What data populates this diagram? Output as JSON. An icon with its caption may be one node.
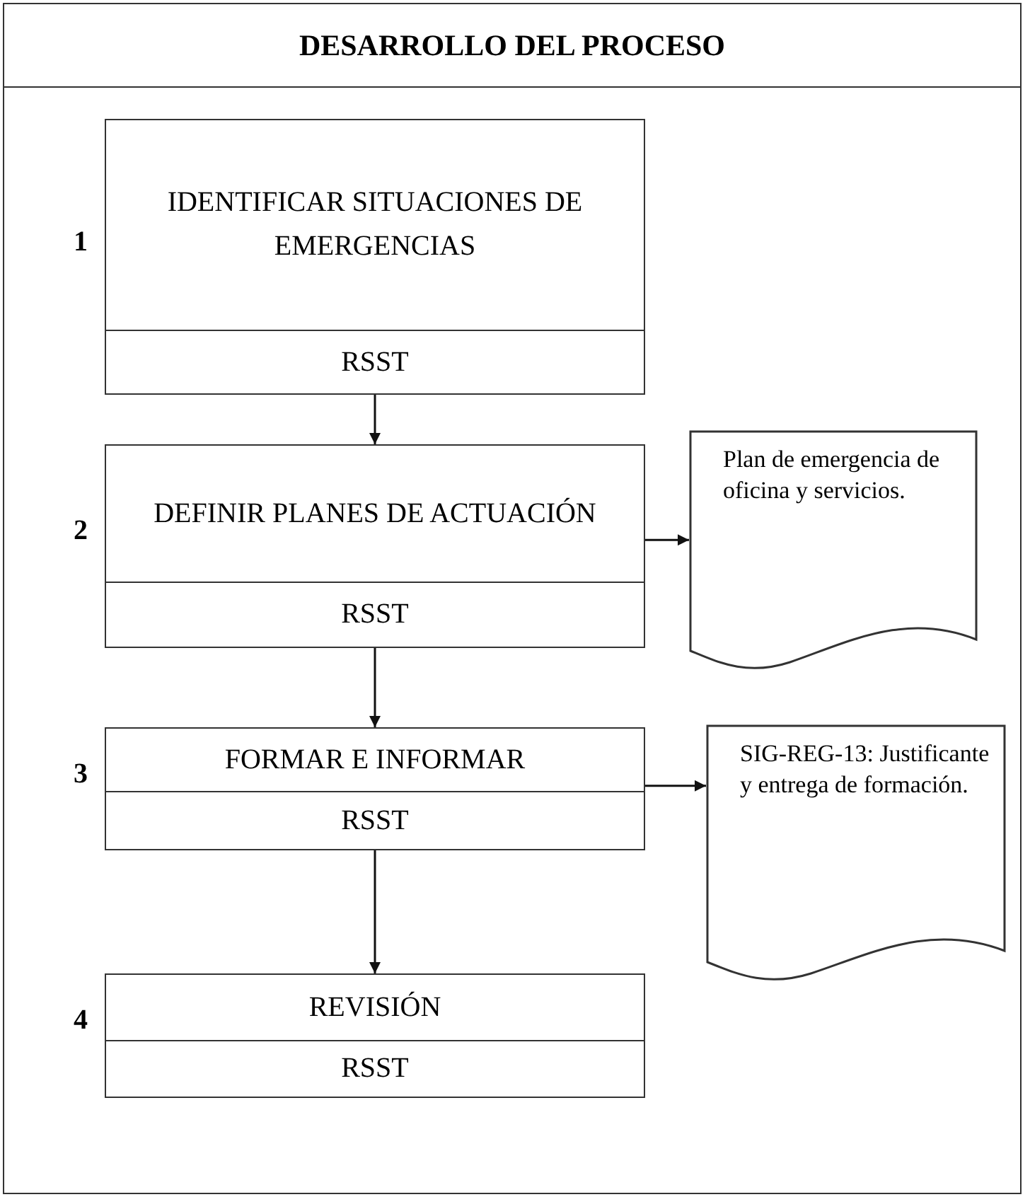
{
  "diagram": {
    "nodes": [
      {
        "text": [
          "DESARROLLO DEL PROCESO"
        ]
      },
      {
        "text": [
          "IDENTIFICAR SITUACIONES DE EMERGENCIAS",
          "RSST"
        ],
        "in": 0,
        "beside": [
          "1"
        ]
      },
      {
        "text": [
          "DEFINIR PLANES DE ACTUACIÓN",
          "RSST"
        ],
        "in": 0,
        "beside": [
          "2"
        ]
      },
      {
        "text": [
          "Plan de emergencia de oficina y servicios."
        ],
        "in": 0
      },
      {
        "text": [
          "FORMAR E INFORMAR",
          "RSST"
        ],
        "in": 0,
        "beside": [
          "3"
        ]
      },
      {
        "text": [
          "SIG-REG-13: Justificante y entrega de formación."
        ],
        "in": 0
      },
      {
        "text": [
          "REVISIÓN",
          "RSST"
        ],
        "in": 0,
        "beside": [
          "4"
        ]
      }
    ],
    "edges": [
      {
        "from": 1,
        "to": 2,
        "arrow": "to"
      },
      {
        "from": 2,
        "to": 3,
        "arrow": "to"
      },
      {
        "from": 2,
        "to": 4,
        "arrow": "to"
      },
      {
        "from": 4,
        "to": 5,
        "arrow": "to"
      },
      {
        "from": 4,
        "to": 6,
        "arrow": "to"
      }
    ]
  }
}
